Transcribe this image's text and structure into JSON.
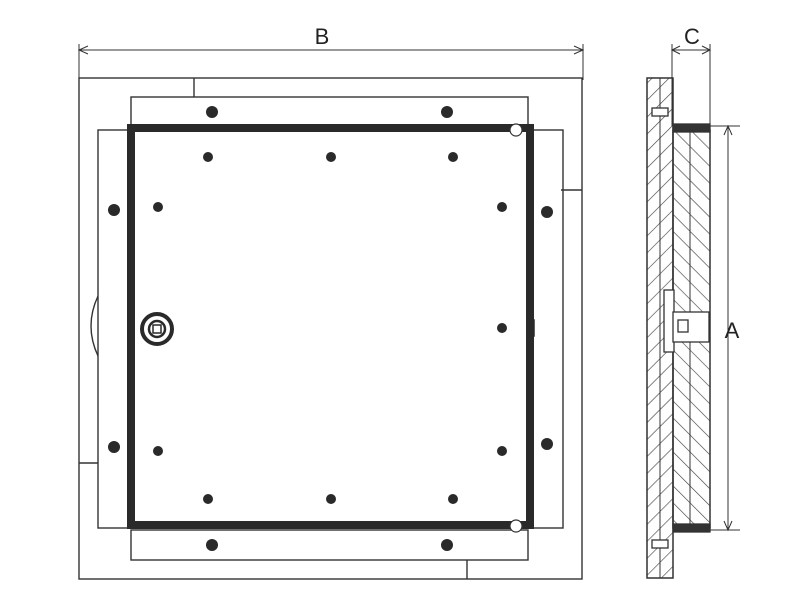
{
  "dimensions": {
    "width_label": "B",
    "depth_label": "C",
    "height_label": "A"
  },
  "colors": {
    "line": "#333333",
    "thick_frame": "#2a2a2a",
    "hatch": "#444444",
    "background": "#ffffff"
  }
}
